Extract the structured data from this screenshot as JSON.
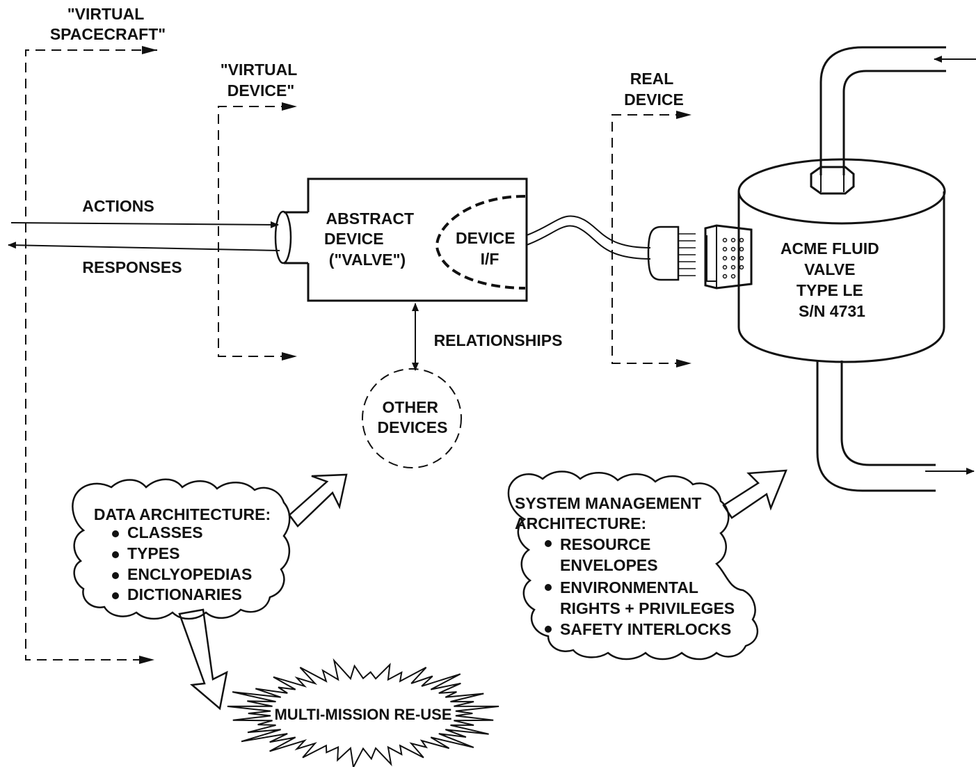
{
  "frames": {
    "virtual_spacecraft": [
      "\"VIRTUAL",
      "SPACECRAFT\""
    ],
    "virtual_device": [
      "\"VIRTUAL",
      "DEVICE\""
    ],
    "real_device": [
      "REAL",
      "DEVICE"
    ]
  },
  "signals": {
    "actions": "ACTIONS",
    "responses": "RESPONSES",
    "relationships": "RELATIONSHIPS"
  },
  "abstract_device": [
    "ABSTRACT",
    "DEVICE",
    "(\"VALVE\")"
  ],
  "device_if": [
    "DEVICE",
    "I/F"
  ],
  "other_devices": [
    "OTHER",
    "DEVICES"
  ],
  "valve": [
    "ACME FLUID",
    "VALVE",
    "TYPE LE",
    "S/N 4731"
  ],
  "data_architecture": {
    "title": "DATA ARCHITECTURE:",
    "items": [
      "CLASSES",
      "TYPES",
      "ENCLYOPEDIAS",
      "DICTIONARIES"
    ]
  },
  "system_management": {
    "title": [
      "SYSTEM MANAGEMENT",
      "ARCHITECTURE:"
    ],
    "items": [
      [
        "RESOURCE",
        "ENVELOPES"
      ],
      [
        "ENVIRONMENTAL",
        "RIGHTS + PRIVILEGES"
      ],
      [
        "SAFETY INTERLOCKS"
      ]
    ]
  },
  "starburst": "MULTI-MISSION RE-USE"
}
